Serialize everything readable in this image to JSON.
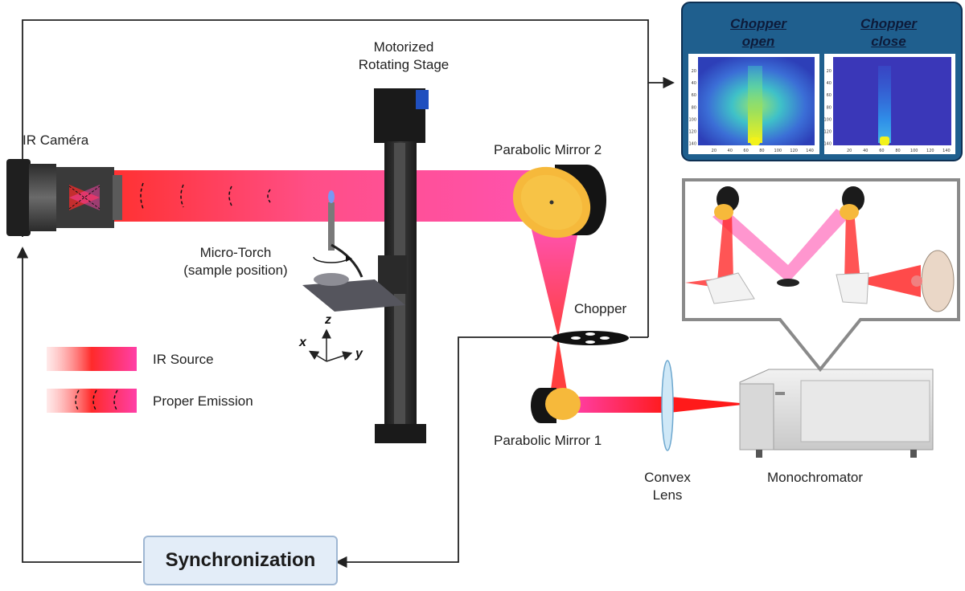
{
  "labels": {
    "motorized_stage": [
      "Motorized",
      "Rotating Stage"
    ],
    "ir_camera": "IR Caméra",
    "parabolic_mirror_2": "Parabolic Mirror 2",
    "micro_torch": [
      "Micro-Torch",
      "(sample position)"
    ],
    "chopper": "Chopper",
    "parabolic_mirror_1": "Parabolic Mirror 1",
    "convex_lens": [
      "Convex",
      "Lens"
    ],
    "monochromator": "Monochromator",
    "synchronization": "Synchronization"
  },
  "axes": {
    "z": "z",
    "x": "x",
    "y": "y"
  },
  "legend": [
    {
      "label": "IR Source",
      "style": "gradient"
    },
    {
      "label": "Proper Emission",
      "style": "gradient-with-arcs"
    }
  ],
  "thermal_panel": {
    "open_title": [
      "Chopper",
      "open"
    ],
    "close_title": [
      "Chopper",
      "close"
    ],
    "y_ticks": [
      "20",
      "40",
      "60",
      "80",
      "100",
      "120",
      "140"
    ],
    "x_ticks": [
      "20",
      "40",
      "60",
      "80",
      "100",
      "120",
      "140"
    ]
  },
  "colors": {
    "beam_red": "#ff2a2a",
    "beam_pink": "#ff3fa8",
    "panel_bg": "#1f5f8e",
    "sync_fill": "#e3edf8",
    "mirror_gold": "#f6b93b"
  }
}
